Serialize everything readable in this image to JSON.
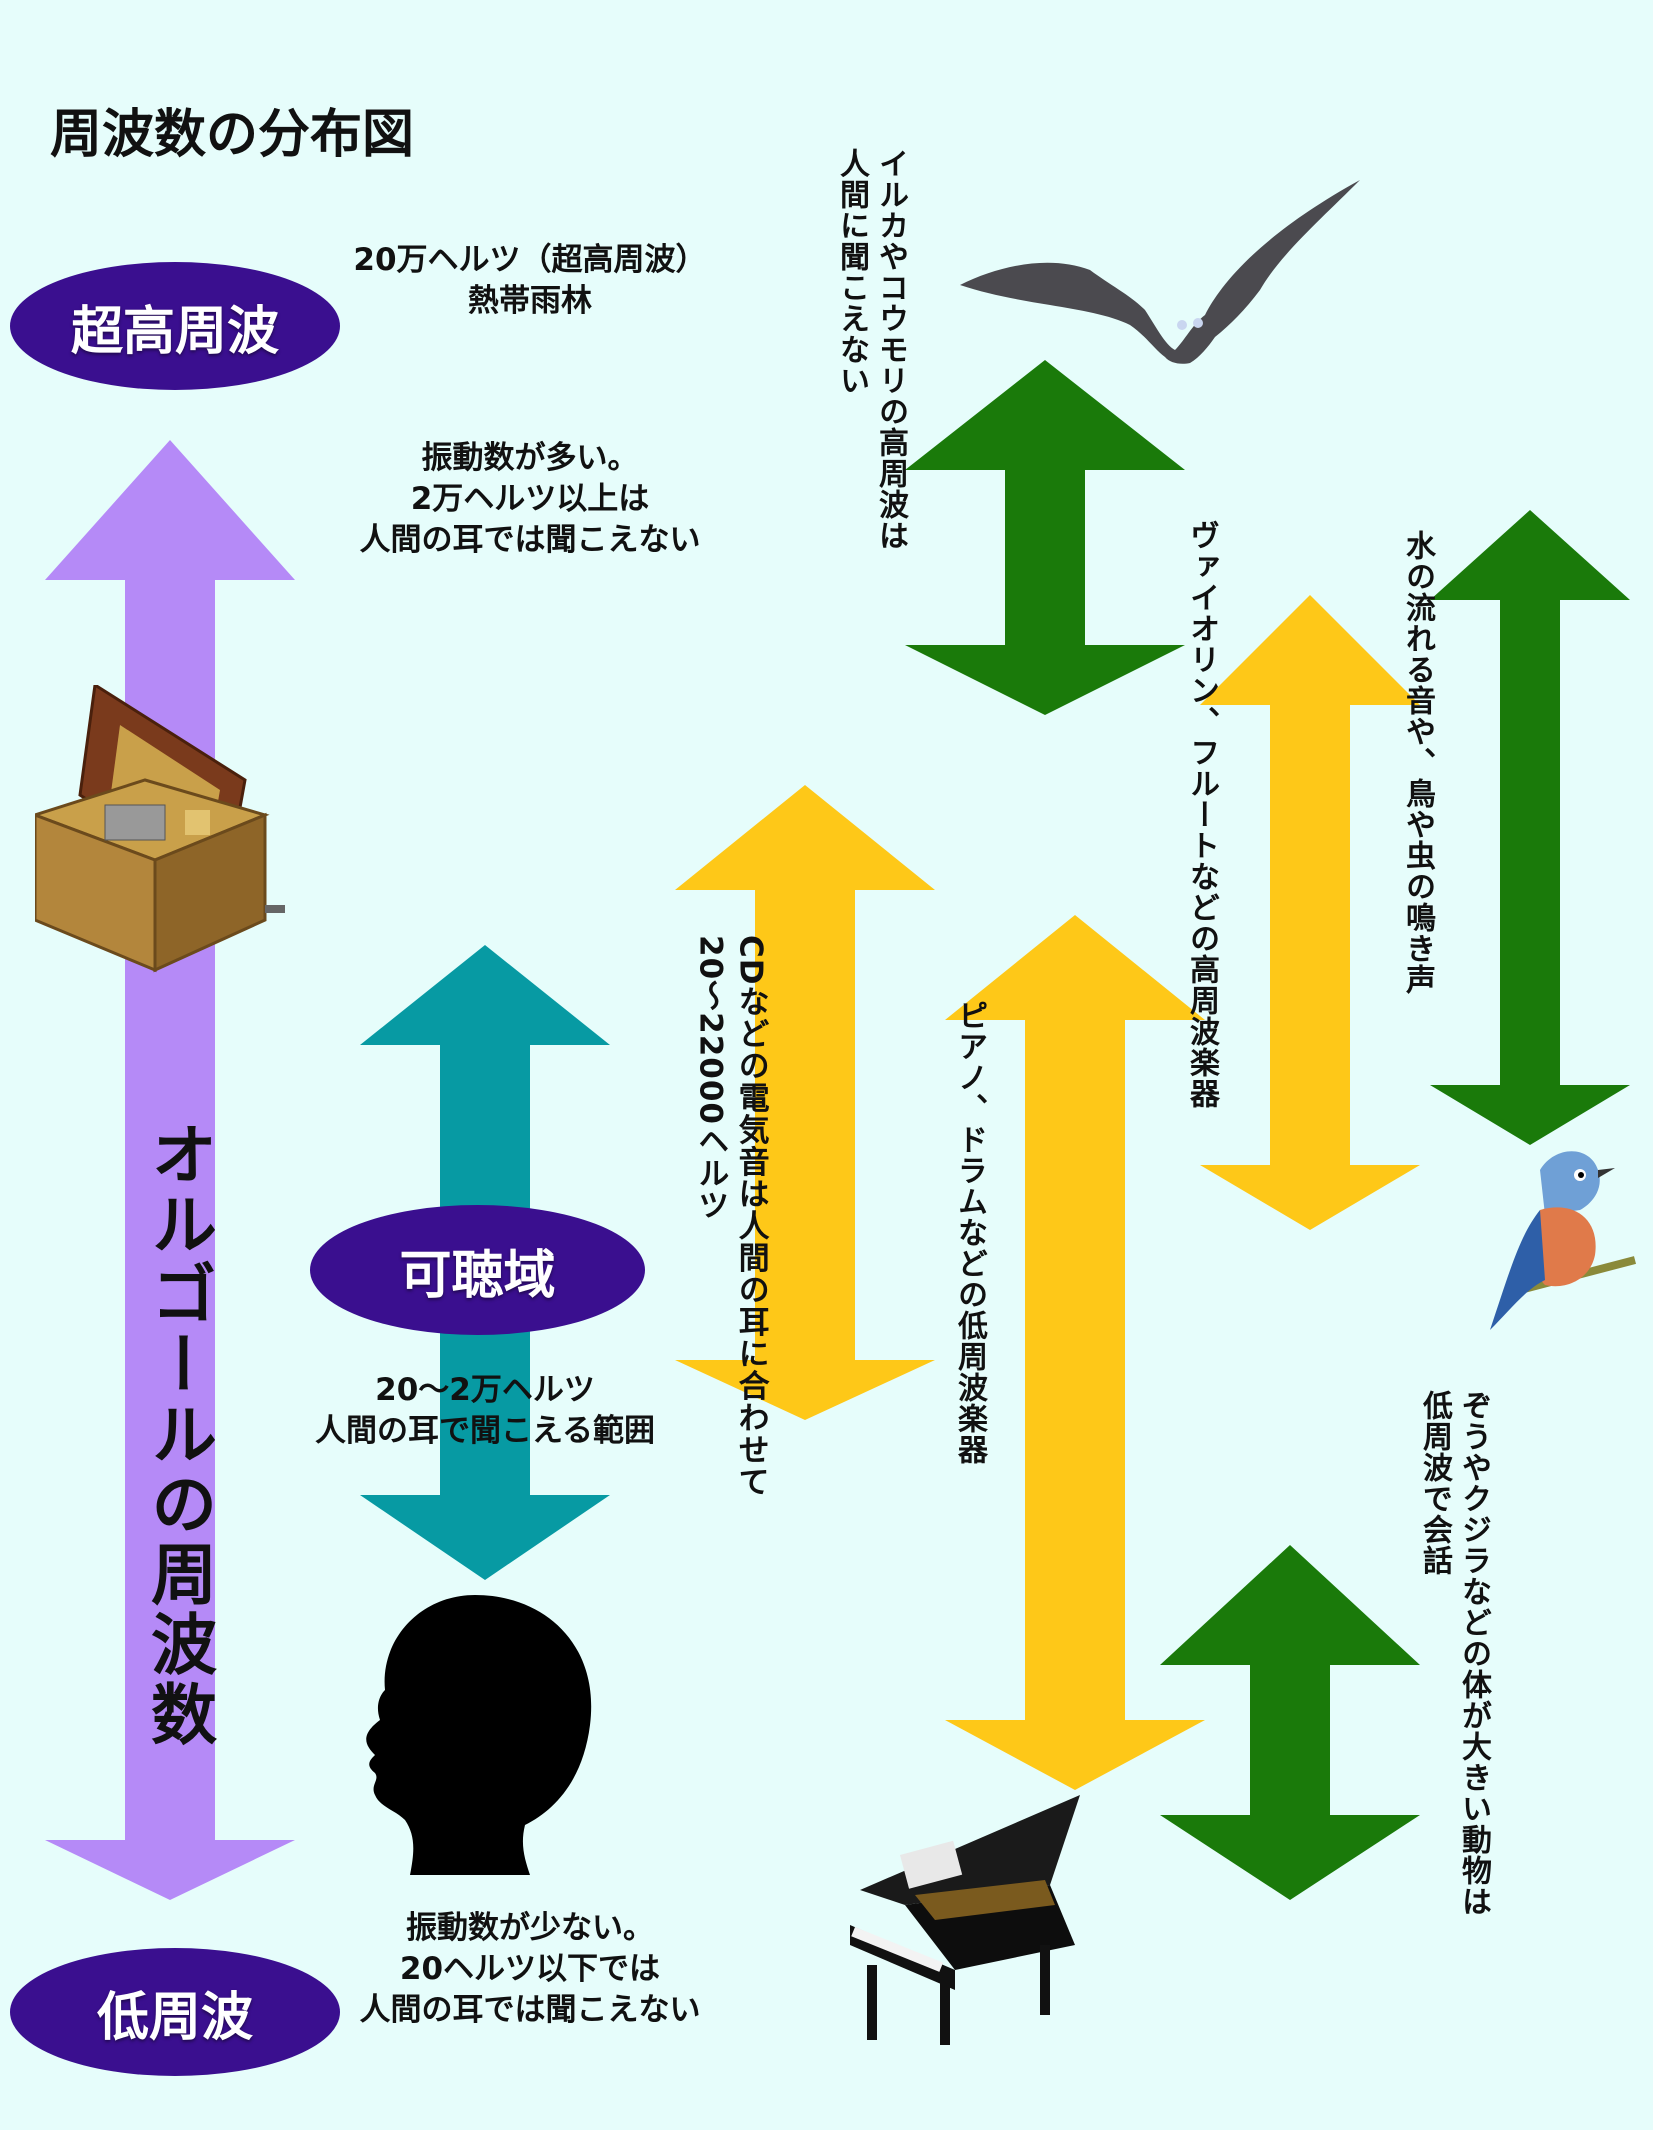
{
  "title": "周波数の分布図",
  "badges": {
    "ultra_high": "超高周波",
    "audible": "可聴域",
    "low": "低周波"
  },
  "notes": {
    "top_right_of_badge": "20万ヘルツ（超高周波）\n熱帯雨林",
    "high_freq_desc": "振動数が多い。\n2万ヘルツ以上は\n人間の耳では聞こえない",
    "audible_desc": "20～2万ヘルツ\n人間の耳で聞こえる範囲",
    "low_freq_desc": "振動数が少ない。\n20ヘルツ以下では\n人間の耳では聞こえない"
  },
  "vertical_labels": {
    "music_box": "オルゴールの周波数",
    "bat": "イルカやコウモリの高周波は\n人間に聞こえない",
    "violin": "ヴァイオリン、フルートなどの高周波楽器",
    "water": "水の流れる音や、鳥や虫の鳴き声",
    "cd": "CDなどの電気音は人間の耳に合わせて\n20～22000ヘルツ",
    "piano": "ピアノ、ドラムなどの低周波楽器",
    "whale": "ぞうやクジラなどの体が大きい動物は\n低周波で会話"
  },
  "colors": {
    "background": "#e6fdfb",
    "badge": "#3a0f8f",
    "purple_arrow": "#b58af7",
    "teal_arrow": "#079aa3",
    "green_arrow": "#1a7a0a",
    "yellow_arrow": "#fec818"
  },
  "icons": [
    "bat-icon",
    "music-box-icon",
    "head-silhouette-icon",
    "bird-icon",
    "grand-piano-icon"
  ]
}
